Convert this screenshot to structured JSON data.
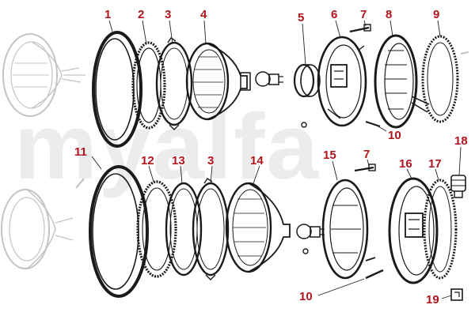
{
  "watermark": "myalfa",
  "callouts": {
    "c1": "1",
    "c2": "2",
    "c3a": "3",
    "c4": "4",
    "c5": "5",
    "c6": "6",
    "c7a": "7",
    "c8": "8",
    "c9": "9",
    "c10a": "10",
    "c11": "11",
    "c12": "12",
    "c13": "13",
    "c3b": "3",
    "c14": "14",
    "c15": "15",
    "c7b": "7",
    "c16": "16",
    "c17": "17",
    "c18": "18",
    "c10b": "10",
    "c19": "19"
  },
  "colors": {
    "callout": "#b0151d",
    "ink": "#1a1a1a",
    "ghost": "#c4c4c4",
    "watermark": "#ececec"
  }
}
